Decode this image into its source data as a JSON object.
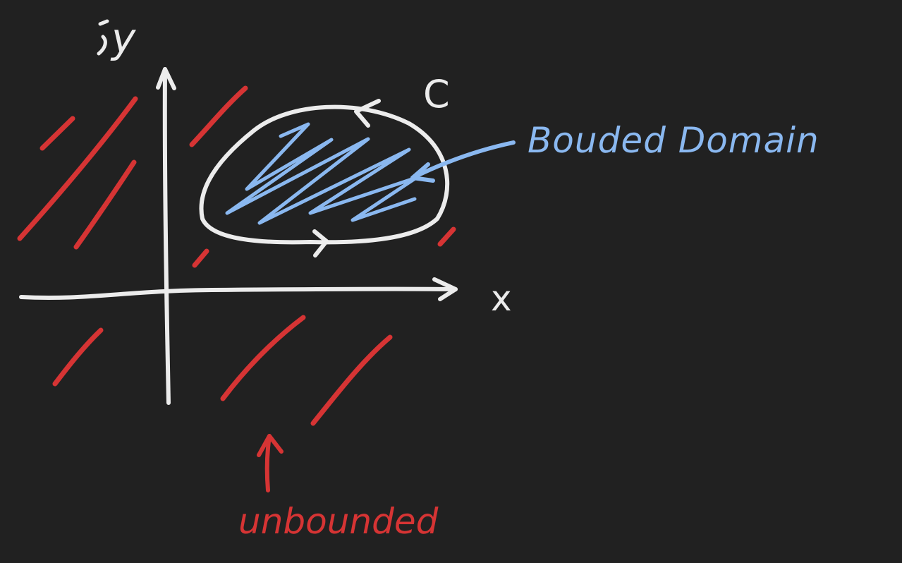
{
  "colors": {
    "background": "#212121",
    "white_ink": "#ececec",
    "red_ink": "#d63434",
    "blue_ink": "#8ab8f0"
  },
  "labels": {
    "y_axis": "y",
    "x_axis": "x",
    "curve": "C",
    "bounded": "Bouded Domain",
    "unbounded": "unbounded"
  }
}
